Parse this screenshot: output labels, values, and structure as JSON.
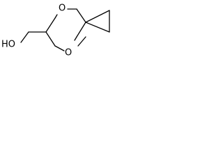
{
  "molecule": {
    "atoms": {
      "hydroxyl_label": "HO",
      "oxygen_top_label": "O",
      "oxygen_bottom_label": "O"
    },
    "colors": {
      "bond": "#000000",
      "text": "#000000",
      "background": "#ffffff"
    }
  }
}
